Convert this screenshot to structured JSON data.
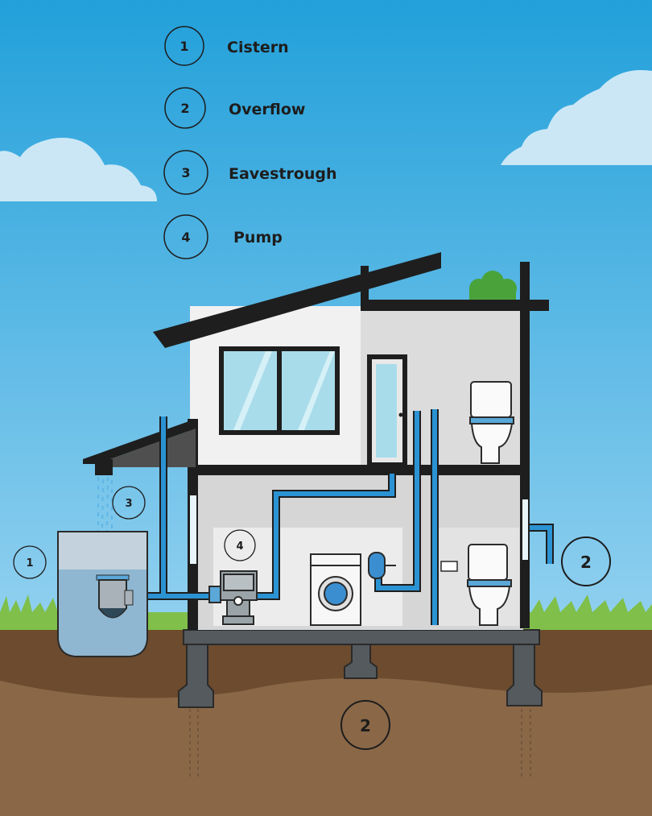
{
  "legend": [
    {
      "number": "1",
      "label": "Cistern"
    },
    {
      "number": "2",
      "label": "Overflow"
    },
    {
      "number": "3",
      "label": "Eavestrough"
    },
    {
      "number": "4",
      "label": "Pump"
    }
  ],
  "callouts": {
    "cistern": "1",
    "eavestrough": "3",
    "pump": "4",
    "overflow_pipe": "2",
    "overflow_ground": "2"
  },
  "colors": {
    "sky_top": "#22a0da",
    "sky_bottom": "#90cff0",
    "pipe": "#2b93d3",
    "ground": "#8a6747"
  }
}
